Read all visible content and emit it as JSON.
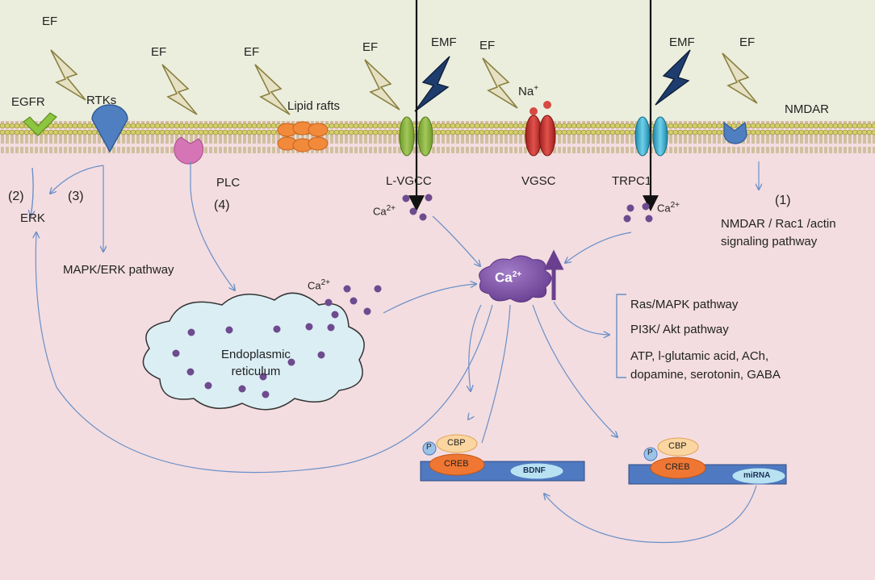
{
  "stimuli": {
    "ef": "EF",
    "emf": "EMF"
  },
  "receptors": {
    "egfr": "EGFR",
    "rtks": "RTKs",
    "lipid_rafts": "Lipid rafts",
    "nmdar": "NMDAR",
    "plc": "PLC",
    "lvgcc": "L-VGCC",
    "vgsc": "VGSC",
    "trpc1": "TRPC1",
    "na": "Na",
    "na_sup": "+"
  },
  "pathway_numbers": {
    "n1": "(1)",
    "n2": "(2)",
    "n3": "(3)",
    "n4": "(4)"
  },
  "nodes": {
    "erk": "ERK",
    "mapk_erk": "MAPK/ERK pathway",
    "nmdar_pathway_line1": "NMDAR / Rac1 /actin",
    "nmdar_pathway_line2": "signaling pathway",
    "er_line1": "Endoplasmic",
    "er_line2": "reticulum",
    "ca": "Ca",
    "ca_sup": "2+"
  },
  "downstream": {
    "ras_mapk": "Ras/MAPK pathway",
    "pi3k_akt": "PI3K/ Akt pathway",
    "transmitters_line1": "ATP, l-glutamic acid, ACh,",
    "transmitters_line2": "dopamine, serotonin,  GABA"
  },
  "genes": {
    "p": "P",
    "cbp": "CBP",
    "creb": "CREB",
    "bdnf": "BDNF",
    "mirna": "miRNA"
  },
  "colors": {
    "background_top": "#ebeedd",
    "background_cytoplasm": "#f3dde0",
    "membrane": "#c9c466",
    "arrow": "#6a8fc8",
    "calcium_dot": "#6e4a8e",
    "er_fill": "#dbeef4",
    "egfr": "#8cc63f",
    "rtks": "#4f7fc0",
    "plc": "#d575b5",
    "lipid_raft": "#f28a3c",
    "lvgcc": "#8ab33f",
    "vgsc": "#c9302c",
    "trpc1": "#3fb0cf",
    "nmdar": "#4f7fc0",
    "ca_cloud": "#7b4fa0",
    "creb": "#ef7733",
    "cbp": "#fbd6a0",
    "dna": "#4f79c0"
  }
}
